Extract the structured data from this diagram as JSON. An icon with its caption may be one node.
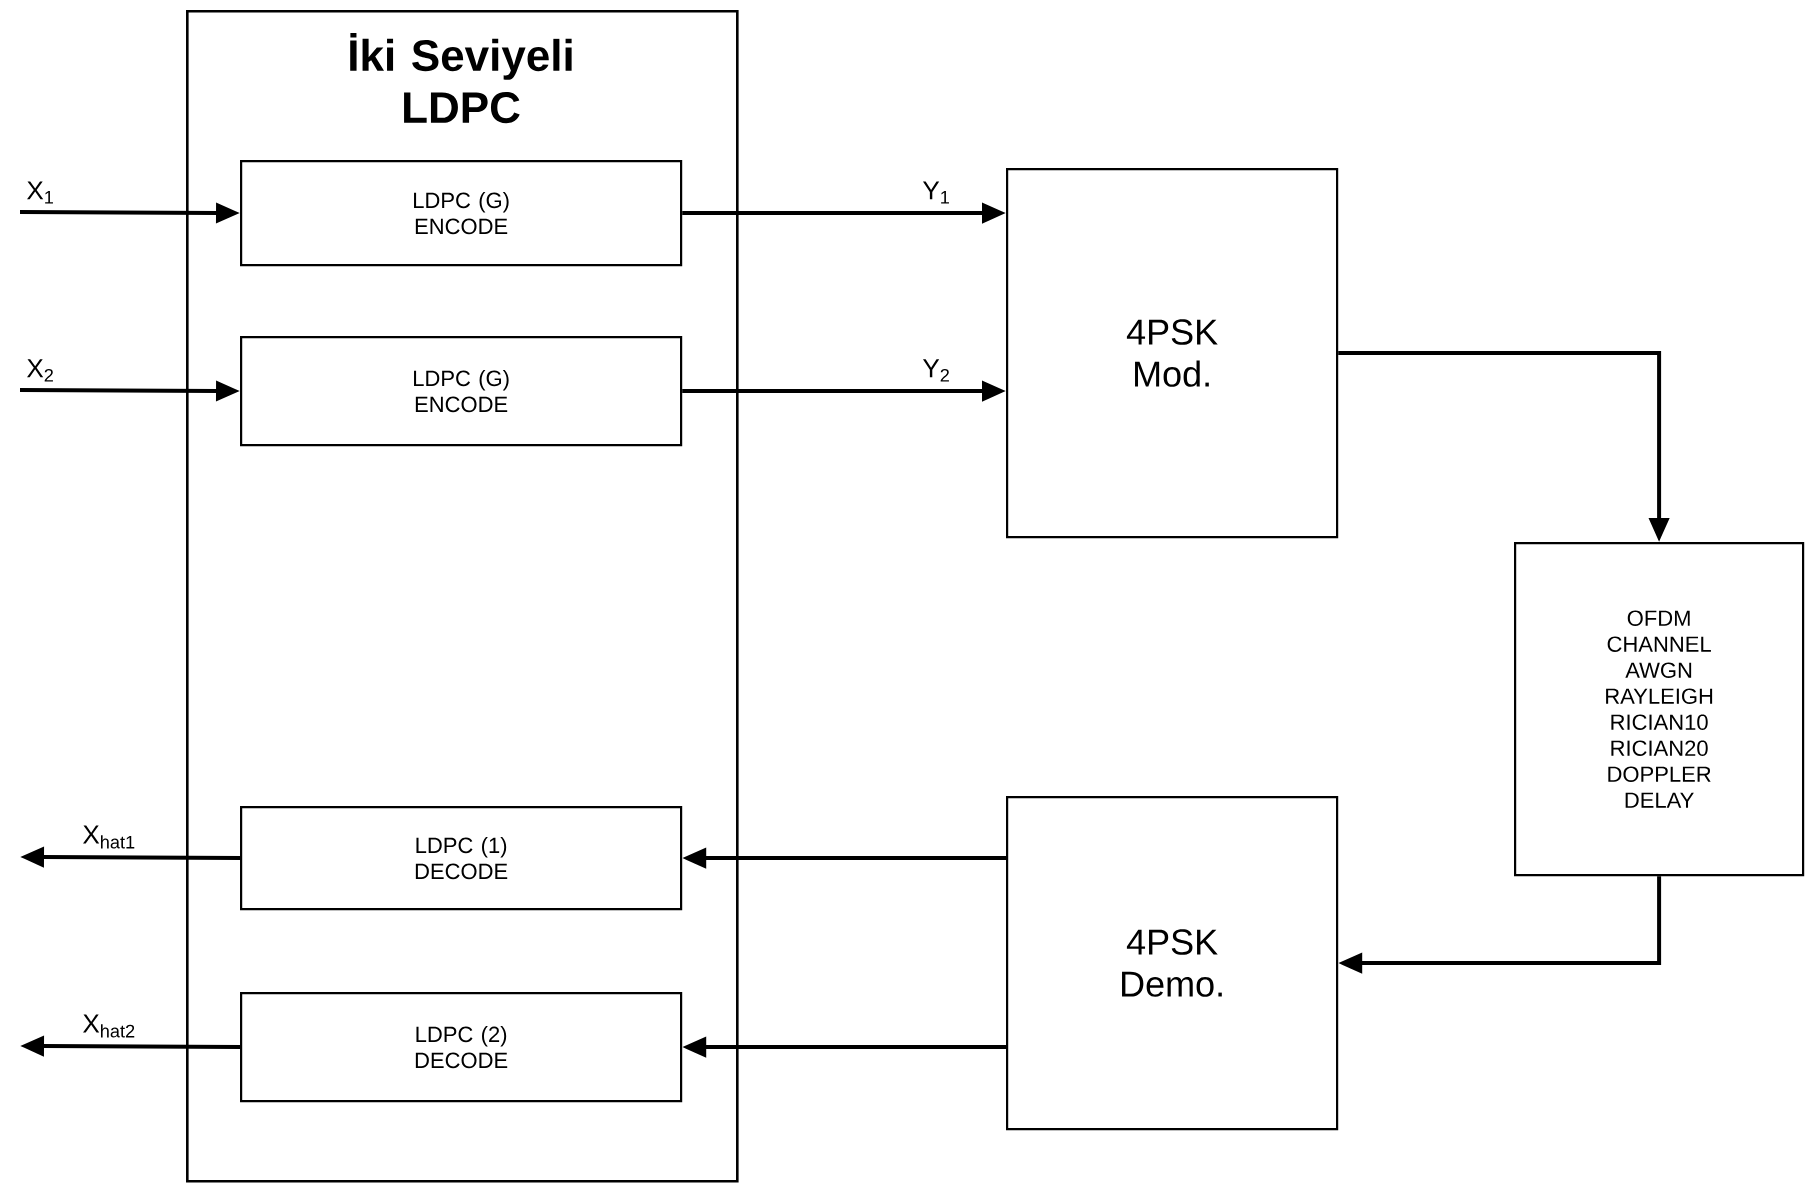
{
  "diagram": {
    "nodes": [
      {
        "text": [
          "İki Seviyeli LDPC"
        ]
      },
      {
        "text": [
          "LDPC (G) ENCODE"
        ],
        "in": 0
      },
      {
        "text": [
          "LDPC (G) ENCODE"
        ],
        "in": 0
      },
      {
        "text": [
          "LDPC (1) DECODE"
        ],
        "in": 0
      },
      {
        "text": [
          "LDPC (2) DECODE"
        ],
        "in": 0
      },
      {
        "text": [
          "4PSK Mod."
        ]
      },
      {
        "text": [
          "OFDM CHANNEL AWGN RAYLEIGH RICIAN10 RICIAN20 DOPPLER DELAY"
        ]
      },
      {
        "text": [
          "4PSK Demo."
        ]
      }
    ],
    "edges": [
      {
        "from": null,
        "to": 1,
        "arrow": "to",
        "label": "X$_{1}$"
      },
      {
        "from": null,
        "to": 2,
        "arrow": "to",
        "label": "X$_{2}$"
      },
      {
        "from": 1,
        "to": 5,
        "arrow": "to",
        "label": "Y$_{1}$"
      },
      {
        "from": 2,
        "to": 5,
        "arrow": "to",
        "label": "Y$_{2}$"
      },
      {
        "from": 5,
        "to": 6,
        "arrow": "to"
      },
      {
        "from": 6,
        "to": 7,
        "arrow": "to"
      },
      {
        "from": 7,
        "to": 3,
        "arrow": "to"
      },
      {
        "from": 7,
        "to": 4,
        "arrow": "to"
      },
      {
        "from": 3,
        "to": null,
        "arrow": "to",
        "label": "X$_{hat1}$"
      },
      {
        "from": 4,
        "to": null,
        "arrow": "to",
        "label": "X$_{hat2}$"
      }
    ]
  }
}
